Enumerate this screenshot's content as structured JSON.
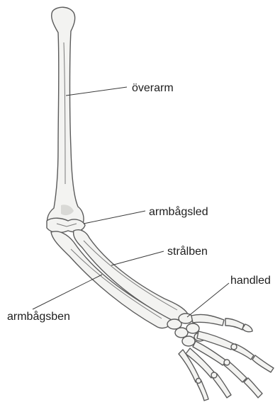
{
  "labels": {
    "upper_arm": "överarm",
    "elbow_joint": "armbågsled",
    "radius": "strålben",
    "wrist": "handled",
    "ulna": "armbågsben"
  }
}
